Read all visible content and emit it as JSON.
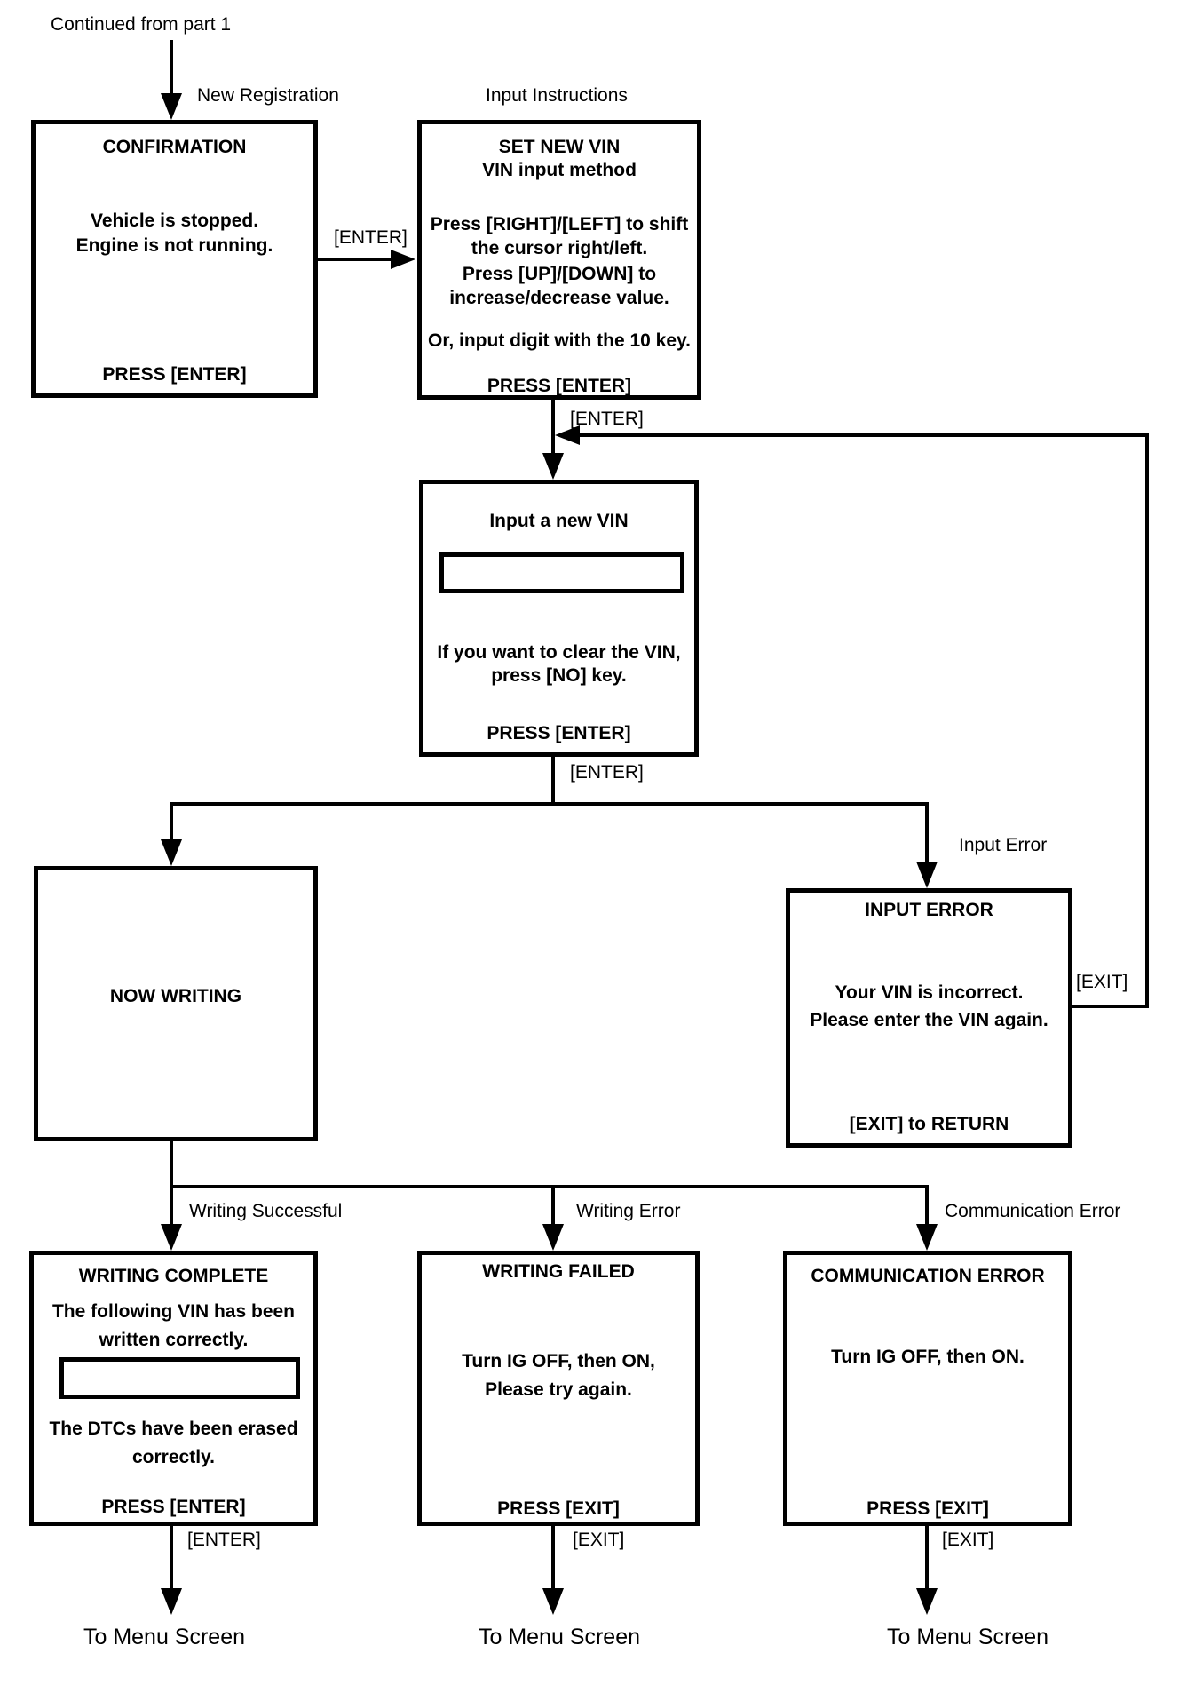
{
  "colors": {
    "ink": "#000000",
    "background": "#ffffff"
  },
  "labels": {
    "continued_from": "Continued from part 1",
    "new_registration": "New Registration",
    "input_instructions": "Input Instructions",
    "enter_between": "[ENTER]",
    "enter_to_input": "[ENTER]",
    "enter_after_input": "[ENTER]",
    "input_error": "Input Error",
    "exit_loop": "[EXIT]",
    "writing_successful": "Writing Successful",
    "writing_error": "Writing Error",
    "communication_error": "Communication Error",
    "enter_complete": "[ENTER]",
    "exit_failed": "[EXIT]",
    "exit_comm": "[EXIT]",
    "to_menu_1": "To Menu Screen",
    "to_menu_2": "To Menu Screen",
    "to_menu_3": "To Menu Screen"
  },
  "boxes": {
    "confirmation": {
      "title": "CONFIRMATION",
      "line1": "Vehicle is stopped.",
      "line2": "Engine is not running.",
      "footer": "PRESS [ENTER]"
    },
    "set_new_vin": {
      "title1": "SET NEW VIN",
      "title2": "VIN input method",
      "line1": "Press [RIGHT]/[LEFT] to shift",
      "line2": "the cursor right/left.",
      "line3": "Press [UP]/[DOWN] to",
      "line4": "increase/decrease value.",
      "line5": "Or, input digit with the 10 key.",
      "footer": "PRESS [ENTER]"
    },
    "input_vin": {
      "title": "Input a new VIN",
      "line1": "If you want to clear the VIN,",
      "line2": "press [NO] key.",
      "footer": "PRESS [ENTER]"
    },
    "now_writing": {
      "title": "NOW WRITING"
    },
    "input_error": {
      "title": "INPUT ERROR",
      "line1": "Your VIN is incorrect.",
      "line2": "Please enter the VIN again.",
      "footer": "[EXIT] to RETURN"
    },
    "writing_complete": {
      "title": "WRITING COMPLETE",
      "line1": "The following VIN has been",
      "line2": "written correctly.",
      "line3": "The DTCs have been erased",
      "line4": "correctly.",
      "footer": "PRESS [ENTER]"
    },
    "writing_failed": {
      "title": "WRITING FAILED",
      "line1": "Turn IG OFF, then ON,",
      "line2": "Please try again.",
      "footer": "PRESS [EXIT]"
    },
    "communication_error": {
      "title": "COMMUNICATION ERROR",
      "line1": "Turn IG OFF, then ON.",
      "footer": "PRESS [EXIT]"
    }
  }
}
